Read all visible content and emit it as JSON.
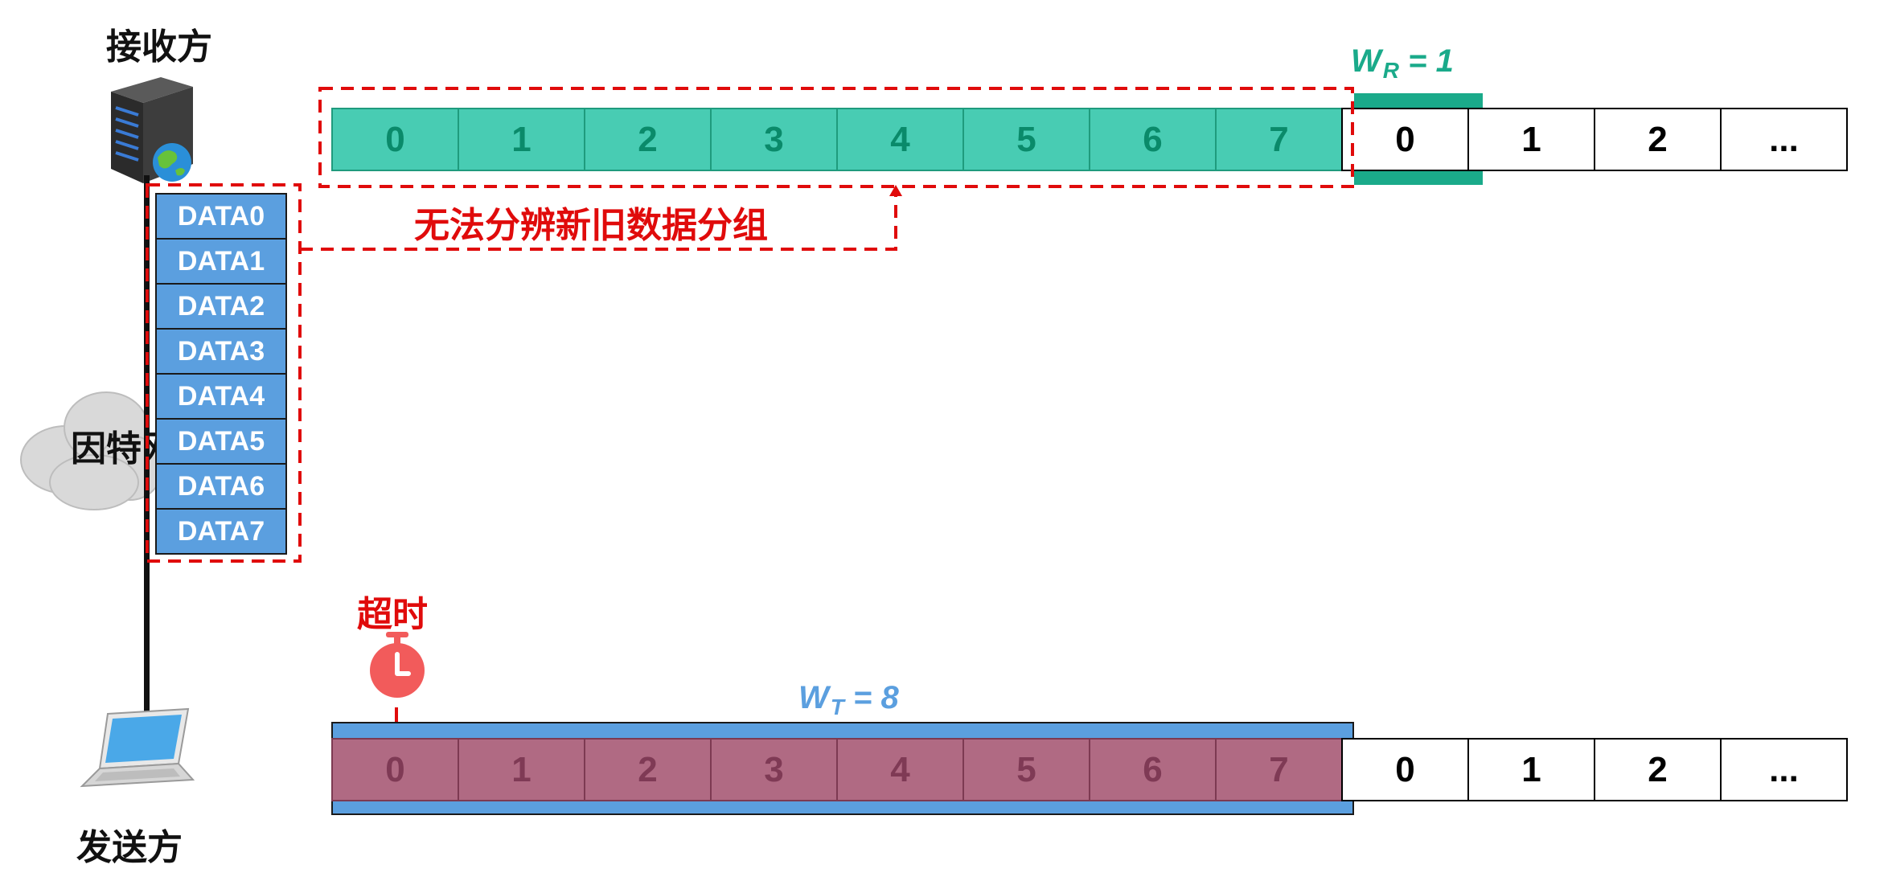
{
  "receiver": {
    "label": "接收方"
  },
  "sender": {
    "label": "发送方"
  },
  "internet": {
    "label": "因特网"
  },
  "receiver_window": {
    "label": "W",
    "sub": "R",
    "eq": " = 1"
  },
  "sender_window": {
    "label": "W",
    "sub": "T",
    "eq": " = 8"
  },
  "timeout": {
    "label": "超时"
  },
  "annotation": {
    "text": "无法分辨新旧数据分组"
  },
  "top_sequence": {
    "window_cells": [
      "0",
      "1",
      "2",
      "3",
      "4",
      "5",
      "6",
      "7"
    ],
    "after_cells": [
      "0",
      "1",
      "2",
      "..."
    ]
  },
  "bottom_sequence": {
    "window_cells": [
      "0",
      "1",
      "2",
      "3",
      "4",
      "5",
      "6",
      "7"
    ],
    "after_cells": [
      "0",
      "1",
      "2",
      "..."
    ]
  },
  "packets": [
    "DATA0",
    "DATA1",
    "DATA2",
    "DATA3",
    "DATA4",
    "DATA5",
    "DATA6",
    "DATA7"
  ],
  "colors": {
    "received_cell": "#48ccb3",
    "receiver_window": "#1aaa8a",
    "sender_window": "#5b9fdf",
    "sent_cell": "#b06a83",
    "alert_red": "#e00b0b"
  }
}
